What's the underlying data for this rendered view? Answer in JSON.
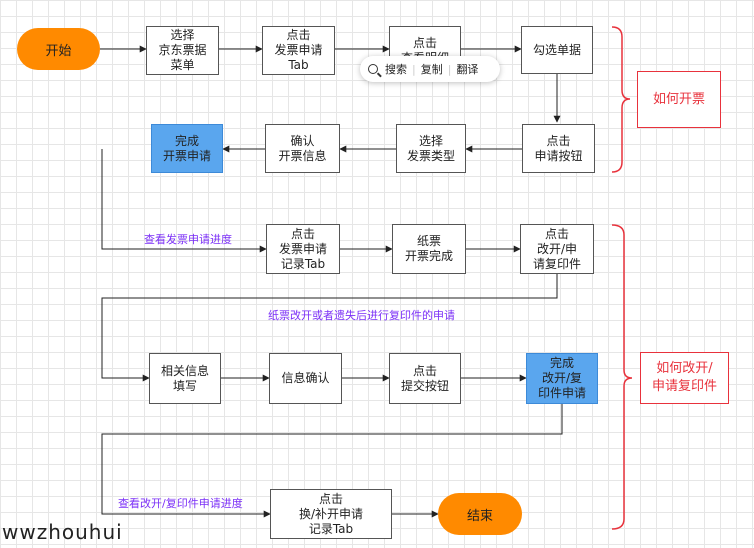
{
  "nodes": {
    "start": "开始",
    "select_menu": "选择\n京东票据\n菜单",
    "click_apply_tab": "点击\n发票申请\nTab",
    "click_view_detail": "点击\n查看明细",
    "check_bill": "勾选单据",
    "click_apply_btn": "点击\n申请按钮",
    "select_type": "选择\n发票类型",
    "confirm_info": "确认\n开票信息",
    "done_apply": "完成\n开票申请",
    "click_record_tab": "点击\n发票申请\n记录Tab",
    "paper_done": "纸票\n开票完成",
    "click_change_apply": "点击\n改开/申\n请复印件",
    "fill_info": "相关信息\n填写",
    "info_confirm": "信息确认",
    "click_submit": "点击\n提交按钮",
    "done_change": "完成\n改开/复\n印件申请",
    "click_change_record_tab": "点击\n换/补开申请\n记录Tab",
    "end": "结束"
  },
  "notes": {
    "view_progress": "查看发票申请进度",
    "lost_paper": "纸票改开或者遗失后进行复印件的申请",
    "view_change_progress": "查看改开/复印件申请进度"
  },
  "groups": {
    "how_invoice": "如何开票",
    "how_change": "如何改开/\n申请复印件"
  },
  "popup": {
    "search": "搜索",
    "copy": "复制",
    "translate": "翻译"
  },
  "watermark": "wwzhouhui",
  "colors": {
    "start_end": "#ff8a00",
    "highlight": "#5aa6ee",
    "note": "#7b2ff7",
    "group": "#e8323c"
  }
}
